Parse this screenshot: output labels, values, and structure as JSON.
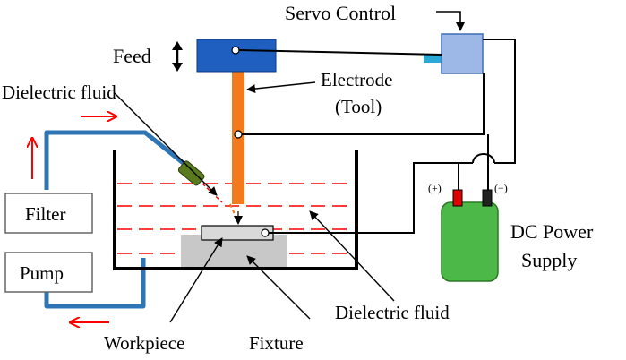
{
  "labels": {
    "servo_control": "Servo Control",
    "feed": "Feed",
    "dielectric_fluid_top": "Dielectric fluid",
    "electrode_line1": "Electrode",
    "electrode_line2": "(Tool)",
    "filter": "Filter",
    "pump": "Pump",
    "polarity_plus": "(+)",
    "polarity_minus": "(−)",
    "dc_power_line1": "DC Power",
    "dc_power_line2": "Supply",
    "dielectric_fluid_bottom": "Dielectric fluid",
    "workpiece": "Workpiece",
    "fixture": "Fixture"
  },
  "colors": {
    "pipe": "#2e75b6",
    "flow_arrow": "#ff0000",
    "fluid_line": "#ff0000",
    "feed_block": "#1f5fbf",
    "electrode": "#f27a1c",
    "servo_box": "#9db8e6",
    "power_supply": "#4cb848",
    "nozzle": "#5a7a1e",
    "fixture": "#c8c8c8",
    "workpiece": "#d9d9d9",
    "wire": "#000000"
  }
}
